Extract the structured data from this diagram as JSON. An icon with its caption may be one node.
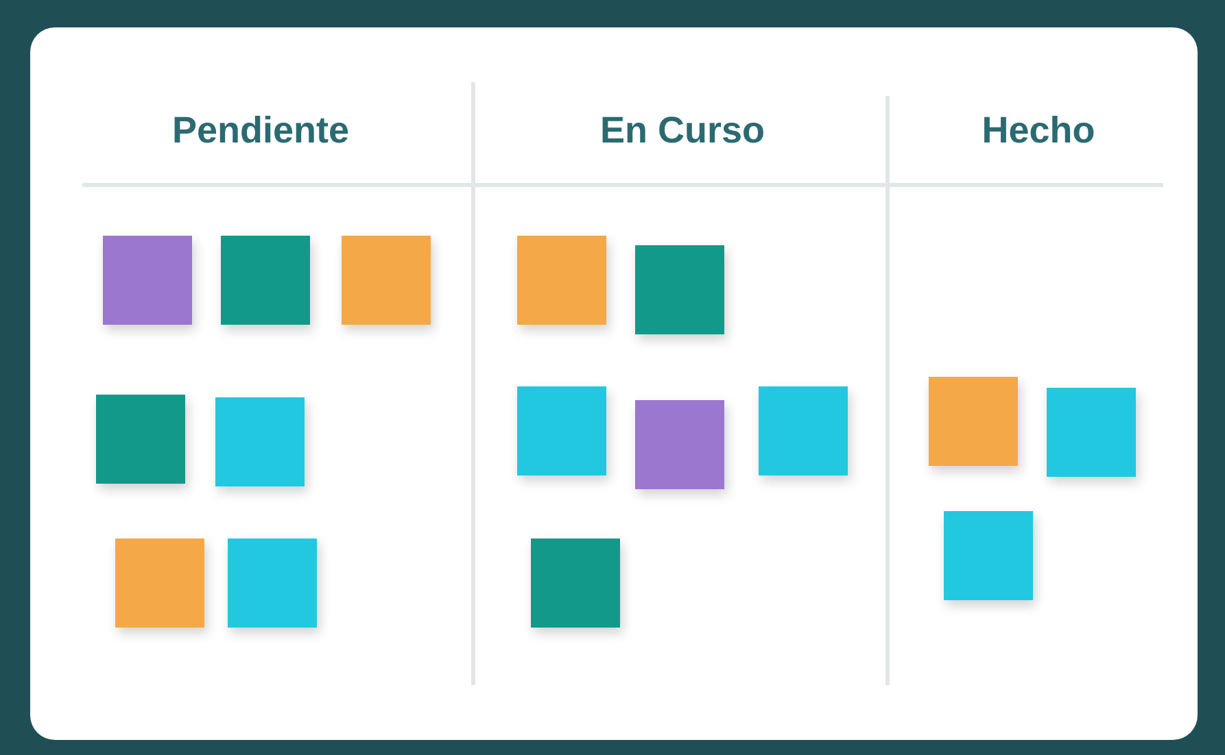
{
  "diagram": {
    "nodes": [
      {
        "text": [
          "Pendiente"
        ]
      },
      {
        "text": [],
        "shape": "box",
        "in": 0
      },
      {
        "text": [],
        "shape": "box",
        "in": 0
      },
      {
        "text": [],
        "shape": "box",
        "in": 0
      },
      {
        "text": [],
        "shape": "box",
        "in": 0
      },
      {
        "text": [],
        "shape": "box",
        "in": 0
      },
      {
        "text": [],
        "shape": "box",
        "in": 0
      },
      {
        "text": [],
        "shape": "box",
        "in": 0
      },
      {
        "text": [
          "En Curso"
        ]
      },
      {
        "text": [],
        "shape": "box",
        "in": 8
      },
      {
        "text": [],
        "shape": "box",
        "in": 8
      },
      {
        "text": [],
        "shape": "box",
        "in": 8
      },
      {
        "text": [],
        "shape": "box",
        "in": 8
      },
      {
        "text": [],
        "shape": "box",
        "in": 8
      },
      {
        "text": [],
        "shape": "box",
        "in": 8
      },
      {
        "text": [
          "Hecho"
        ]
      },
      {
        "text": [],
        "shape": "box",
        "in": 15
      },
      {
        "text": [],
        "shape": "box",
        "in": 15
      },
      {
        "text": [],
        "shape": "box",
        "in": 15
      }
    ]
  }
}
